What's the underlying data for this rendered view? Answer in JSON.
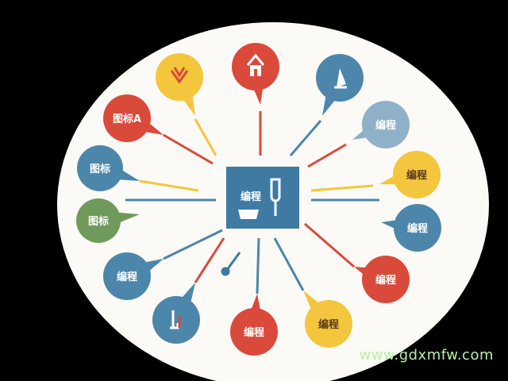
{
  "colors": {
    "background": "#000000",
    "disc": "#fbfaf6",
    "hub": "#3f7aa3",
    "red": "#d94a3b",
    "blue": "#4d86ab",
    "yellow": "#f4c63d",
    "green": "#6f9a5c",
    "light_blue": "#8fb1c8",
    "watermark": "#b6f0a8"
  },
  "hub": {
    "text": "编程",
    "icon": "pen-tool-icon"
  },
  "bubbles": [
    {
      "id": "top",
      "color": "red",
      "text": "",
      "icon": "house-icon"
    },
    {
      "id": "upper-left",
      "color": "yellow",
      "text": "",
      "icon": "chevron-icon"
    },
    {
      "id": "upper-right",
      "color": "blue",
      "text": "",
      "icon": "flag-icon"
    },
    {
      "id": "left-1",
      "color": "red",
      "text": "图标A"
    },
    {
      "id": "right-1",
      "color": "light_blue",
      "text": "编程"
    },
    {
      "id": "left-2",
      "color": "blue",
      "text": "图标"
    },
    {
      "id": "right-2",
      "color": "yellow",
      "text": "编程"
    },
    {
      "id": "left-3",
      "color": "green",
      "text": "图标"
    },
    {
      "id": "right-3",
      "color": "blue",
      "text": "编程"
    },
    {
      "id": "left-4",
      "color": "blue",
      "text": "编程"
    },
    {
      "id": "right-4",
      "color": "red",
      "text": "编程"
    },
    {
      "id": "bottom-left",
      "color": "blue",
      "text": "",
      "icon": "tool-icon"
    },
    {
      "id": "bottom",
      "color": "red",
      "text": "编程"
    },
    {
      "id": "bottom-right",
      "color": "yellow",
      "text": "编程"
    }
  ],
  "watermark": {
    "text": "www.gdxmfw.com"
  }
}
